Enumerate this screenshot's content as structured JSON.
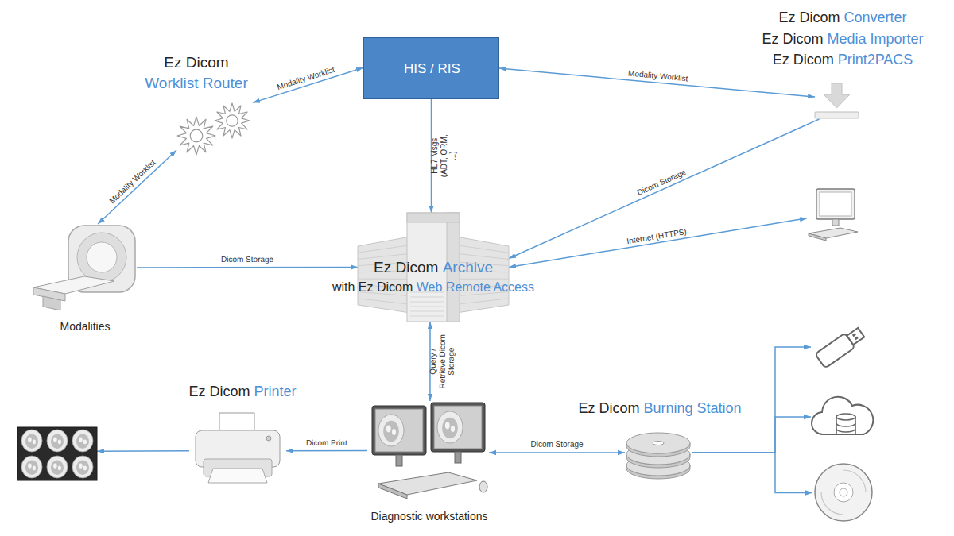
{
  "diagram": {
    "nodes": [
      {
        "text": [
          "Ez Dicom",
          "Worklist Router"
        ]
      },
      {
        "text": [
          "HIS / RIS"
        ]
      },
      {
        "text": [
          "Ez Dicom",
          "Converter",
          "Ez Dicom",
          "Media Importer",
          "Ez Dicom",
          "Print2PACS"
        ]
      },
      {
        "text": [
          "Modalities"
        ]
      },
      {
        "text": [
          "Ez Dicom",
          "Archive",
          "with Ez Dicom",
          "Web Remote Access"
        ]
      },
      {
        "text": []
      },
      {
        "text": []
      },
      {
        "text": [
          "Ez Dicom",
          "Printer"
        ]
      },
      {
        "text": [
          "Ez Dicom",
          "Burning Station"
        ]
      },
      {
        "text": []
      },
      {
        "text": []
      },
      {
        "text": [
          "Diagnostic workstations"
        ]
      },
      {
        "text": []
      }
    ],
    "edges": [
      {
        "from": 0,
        "to": 1,
        "arrow": "both",
        "label": "Modality Worklist"
      },
      {
        "from": 1,
        "to": 2,
        "arrow": "both",
        "label": "Modality Worklist"
      },
      {
        "from": 0,
        "to": 3,
        "arrow": "both",
        "label": "Modality Worklist"
      },
      {
        "from": 1,
        "to": 4,
        "arrow": "to",
        "label": "HL7 Msgs (ADT, ORM, ...)"
      },
      {
        "from": 2,
        "to": 4,
        "arrow": "to",
        "label": "Dicom Storage"
      },
      {
        "from": 5,
        "to": 4,
        "arrow": "both",
        "label": "Internet (HTTPS)"
      },
      {
        "from": 3,
        "to": 4,
        "arrow": "to",
        "label": "Dicom Storage"
      },
      {
        "from": 4,
        "to": 11,
        "arrow": "both",
        "label": "Query / Retrieve Dicom Storage"
      },
      {
        "from": 11,
        "to": 7,
        "arrow": "to",
        "label": "Dicom Print"
      },
      {
        "from": 7,
        "to": 10,
        "arrow": "to"
      },
      {
        "from": 11,
        "to": 8,
        "arrow": "both",
        "label": "Dicom Storage"
      },
      {
        "from": 8,
        "to": 6,
        "arrow": "to"
      },
      {
        "from": 8,
        "to": 9,
        "arrow": "to"
      },
      {
        "from": 8,
        "to": 12,
        "arrow": "to"
      }
    ]
  }
}
